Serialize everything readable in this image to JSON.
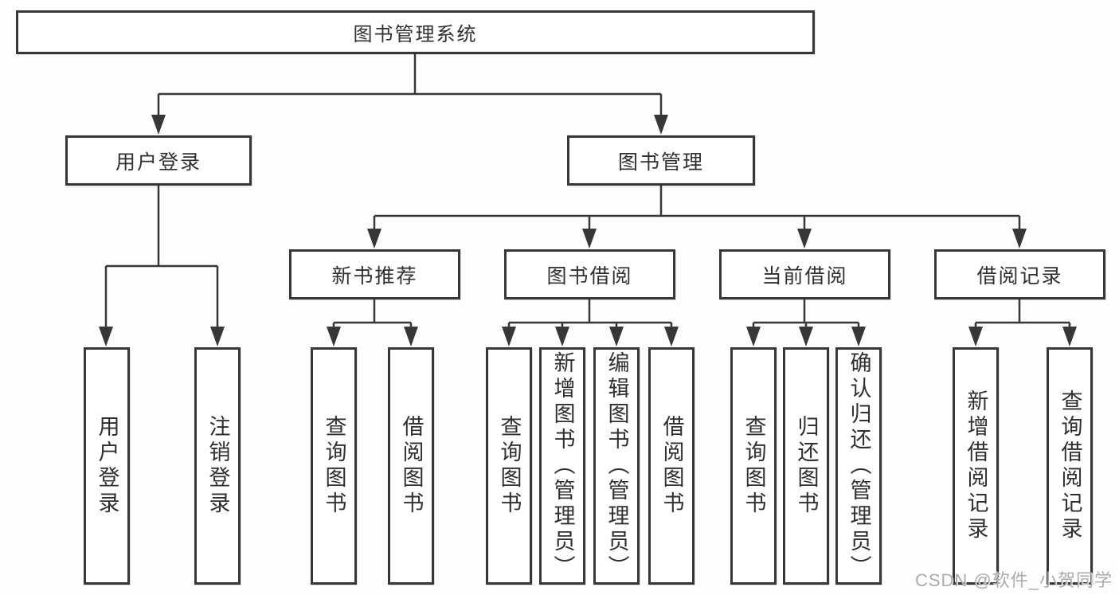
{
  "diagram": {
    "root": {
      "label": "图书管理系统"
    },
    "level2": [
      {
        "label": "用户登录",
        "children": [
          {
            "label": "用户登录"
          },
          {
            "label": "注销登录"
          }
        ]
      },
      {
        "label": "图书管理",
        "children": [
          {
            "label": "新书推荐",
            "children": [
              {
                "label": "查询图书"
              },
              {
                "label": "借阅图书"
              }
            ]
          },
          {
            "label": "图书借阅",
            "children": [
              {
                "label": "查询图书"
              },
              {
                "label": "新增图书（管理员）"
              },
              {
                "label": "编辑图书（管理员）"
              },
              {
                "label": "借阅图书"
              }
            ]
          },
          {
            "label": "当前借阅",
            "children": [
              {
                "label": "查询图书"
              },
              {
                "label": "归还图书"
              },
              {
                "label": "确认归还（管理员）"
              }
            ]
          },
          {
            "label": "借阅记录",
            "children": [
              {
                "label": "新增借阅记录"
              },
              {
                "label": "查询借阅记录"
              }
            ]
          }
        ]
      }
    ],
    "watermark": "CSDN @软件_小贺同学",
    "colors": {
      "line": "#373737",
      "text": "#2f2f2f",
      "watermark": "#ababab",
      "bg": "#fdfdfd"
    }
  }
}
